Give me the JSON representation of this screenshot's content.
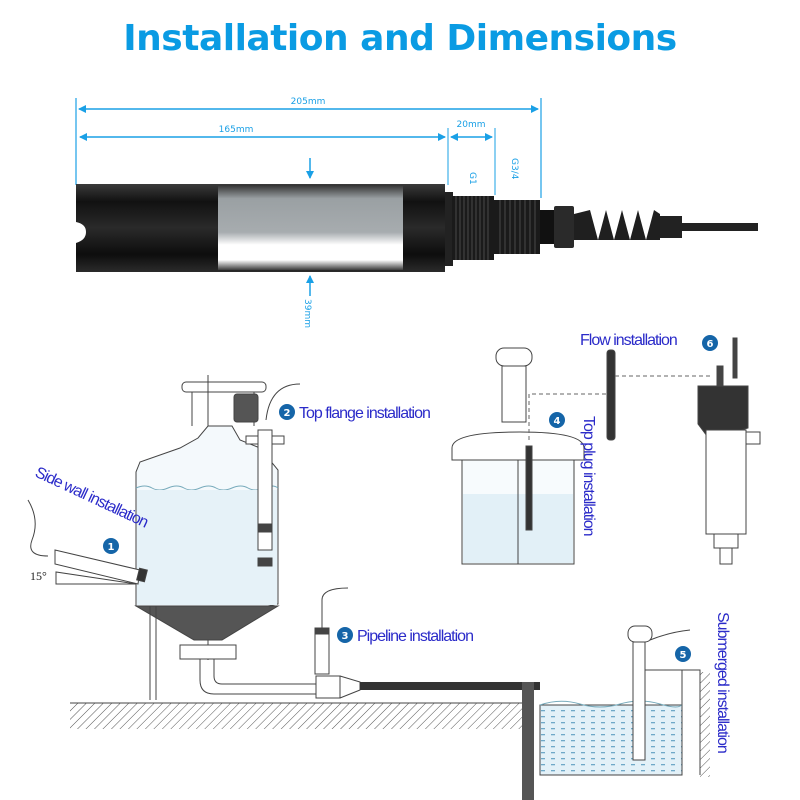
{
  "title": "Installation and Dimensions",
  "colors": {
    "title": "#0a9be3",
    "dimension": "#1aa0e6",
    "label": "#2b2bc9",
    "badge": "#1565a8",
    "probe": "#1a1a1a",
    "water": "#dcedf5"
  },
  "dimensions": {
    "total_length": "205mm",
    "body_length": "165mm",
    "thread_length": "20mm",
    "thread_g1": "G1",
    "thread_g34": "G3/4",
    "diameter": "39mm"
  },
  "installations": [
    {
      "number": "1",
      "label": "Side wall installation",
      "angle": "15°"
    },
    {
      "number": "2",
      "label": "Top flange installation"
    },
    {
      "number": "3",
      "label": "Pipeline installation"
    },
    {
      "number": "4",
      "label": "Top plug installation"
    },
    {
      "number": "5",
      "label": "Submerged installation"
    },
    {
      "number": "6",
      "label": "Flow installation"
    }
  ]
}
